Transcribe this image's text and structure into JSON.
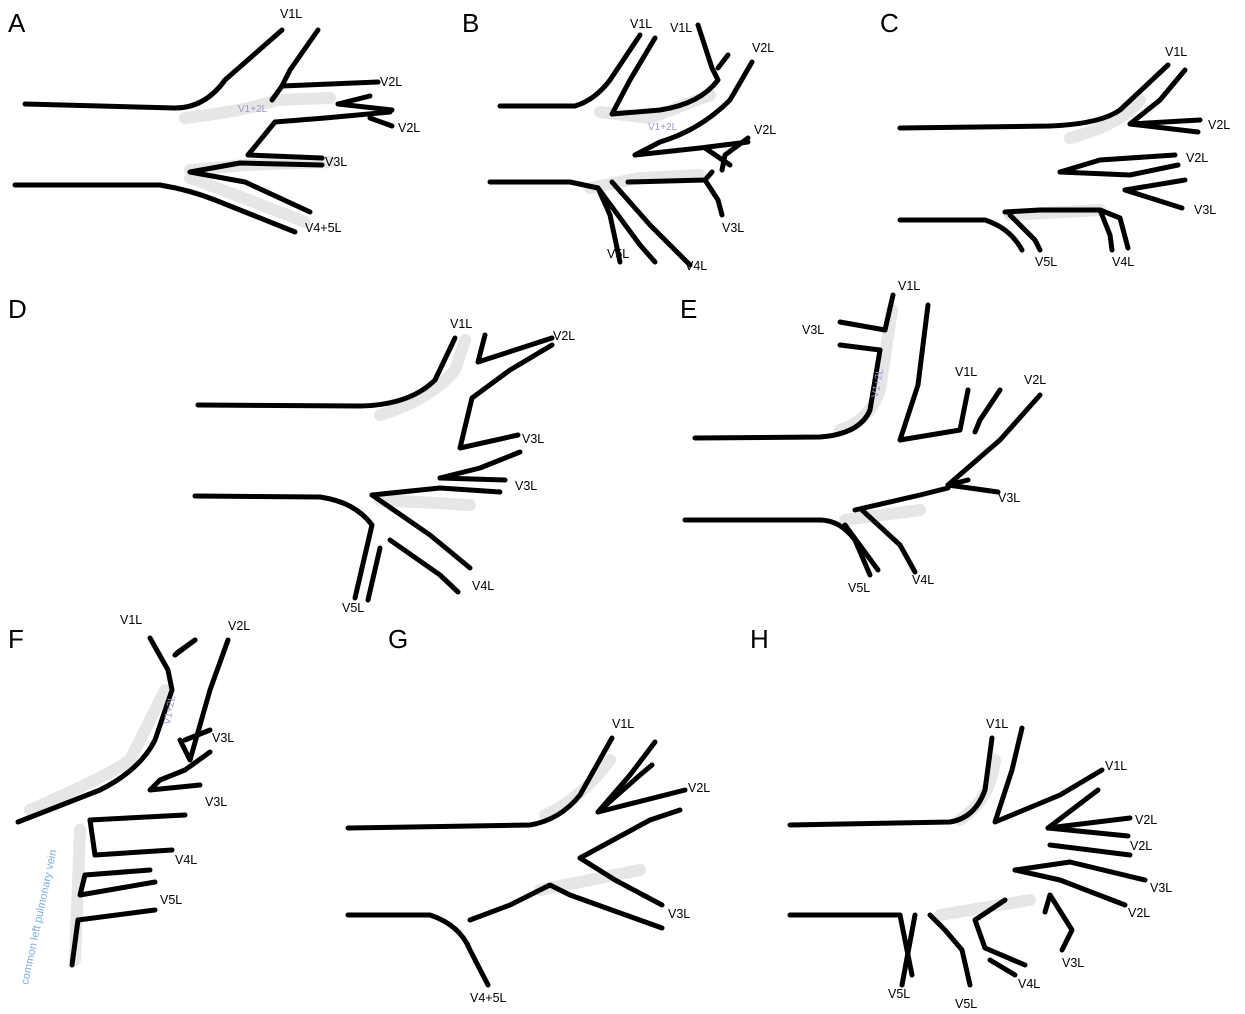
{
  "panels": [
    {
      "letter": "A",
      "labels": {
        "v1": "V1L",
        "v2a": "V2L",
        "v2b": "V2L",
        "v3": "V3L",
        "v45": "V4+5L",
        "faint": "V1+2L"
      }
    },
    {
      "letter": "B",
      "labels": {
        "v1a": "V1L",
        "v1b": "V1L",
        "v2a": "V2L",
        "v2b": "V2L",
        "v3": "V3L",
        "v4": "V4L",
        "v5": "V5L",
        "faint": "V1+2L"
      }
    },
    {
      "letter": "C",
      "labels": {
        "v1": "V1L",
        "v2a": "V2L",
        "v2b": "V2L",
        "v3": "V3L",
        "v4": "V4L",
        "v5": "V5L"
      }
    },
    {
      "letter": "D",
      "labels": {
        "v1": "V1L",
        "v2": "V2L",
        "v3a": "V3L",
        "v3b": "V3L",
        "v4": "V4L",
        "v5": "V5L"
      }
    },
    {
      "letter": "E",
      "labels": {
        "v1a": "V1L",
        "v1b": "V1L",
        "v2": "V2L",
        "v3a": "V3L",
        "v3b": "V3L",
        "v4": "V4L",
        "v5": "V5L",
        "faint": "V1+2L"
      }
    },
    {
      "letter": "F",
      "labels": {
        "v1": "V1L",
        "v2": "V2L",
        "v3a": "V3L",
        "v3b": "V3L",
        "v4": "V4L",
        "v5": "V5L",
        "faint": "V1+2L",
        "common": "common left pulmonary vein"
      }
    },
    {
      "letter": "G",
      "labels": {
        "v1": "V1L",
        "v2": "V2L",
        "v3": "V3L",
        "v45": "V4+5L"
      }
    },
    {
      "letter": "H",
      "labels": {
        "v1a": "V1L",
        "v1b": "V1L",
        "v2a": "V2L",
        "v2b": "V2L",
        "v2c": "V2L",
        "v3a": "V3L",
        "v3b": "V3L",
        "v4": "V4L",
        "v5a": "V5L",
        "v5b": "V5L"
      }
    }
  ]
}
